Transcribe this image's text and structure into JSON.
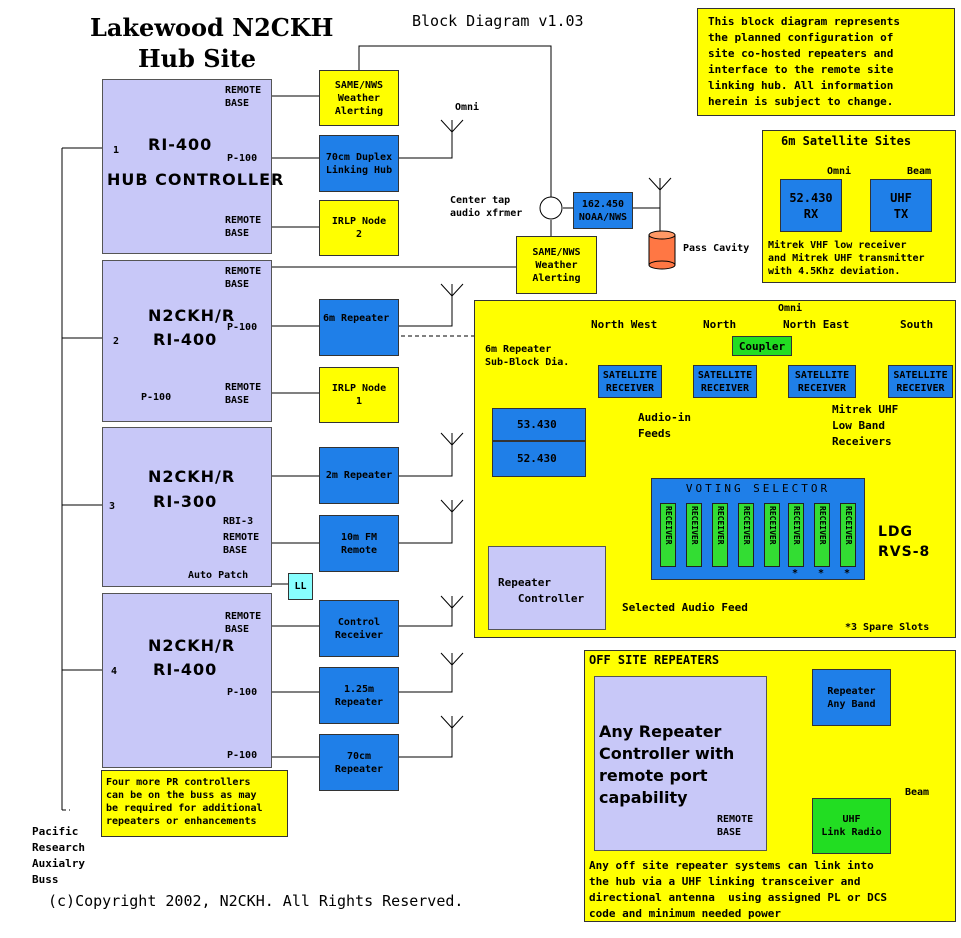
{
  "title_line1": "Lakewood N2CKH",
  "title_line2": "Hub Site",
  "subtitle": "Block Diagram v1.03",
  "notice": "This block diagram represents\nthe planned configuration of\nsite co-hosted repeaters and\ninterface to the remote site\nlinking hub. All information\nherein is subject to change.",
  "copyright": "(c)Copyright 2002, N2CKH. All Rights Reserved.",
  "bus_label": "Pacific\nResearch\nAuxialry\nBuss",
  "bus_note": "Four more PR controllers\ncan be on the buss as may\nbe required for additional\nrepeaters or enhancements",
  "controllers": [
    {
      "num": "1",
      "name": "RI-400",
      "name2": "HUB CONTROLLER",
      "ports": [
        "REMOTE\nBASE",
        "P-100",
        "REMOTE\nBASE"
      ]
    },
    {
      "num": "2",
      "name": "N2CKH/R",
      "name2": "RI-400",
      "ports": [
        "REMOTE\nBASE",
        "P-100",
        "P-100",
        "REMOTE\nBASE"
      ]
    },
    {
      "num": "3",
      "name": "N2CKH/R",
      "name2": "RI-300",
      "ports": [
        "RBI-3",
        "REMOTE\nBASE",
        "Auto Patch"
      ]
    },
    {
      "num": "4",
      "name": "N2CKH/R",
      "name2": "RI-400",
      "ports": [
        "REMOTE\nBASE",
        "P-100",
        "P-100"
      ]
    }
  ],
  "devices": {
    "same1": "SAME/NWS\nWeather\nAlerting",
    "duplex": "70cm Duplex\nLinking Hub",
    "irlp2": "IRLP Node\n2",
    "same2": "SAME/NWS\nWeather\nAlerting",
    "rep6m": "6m Repeater",
    "irlp1": "IRLP Node\n1",
    "rep2m": "2m Repeater",
    "fm10m": "10m FM\nRemote",
    "ll": "LL",
    "ctrlrx": "Control\nReceiver",
    "rep125": "1.25m\nRepeater",
    "rep70": "70cm\nRepeater",
    "noaa": "162.450\nNOAA/NWS"
  },
  "labels": {
    "omni": "Omni",
    "center_tap": "Center tap\naudio xfrmer",
    "pass_cavity": "Pass Cavity",
    "subblock": "6m Repeater\nSub-Block Dia."
  },
  "satellite": {
    "title": "6m Satellite Sites",
    "rx": "52.430\nRX",
    "tx": "UHF\nTX",
    "omni": "Omni",
    "beam": "Beam",
    "note": "Mitrek VHF low receiver\nand Mitrek UHF transmitter\nwith 4.5Khz deviation."
  },
  "sixm": {
    "omni": "Omni",
    "nw": "North West",
    "n": "North",
    "ne": "North East",
    "s": "South",
    "coupler": "Coupler",
    "sat_rx": "SATELLITE\nRECEIVER",
    "audio_in": "Audio-in\nFeeds",
    "mitrek": "Mitrek UHF\nLow Band\nReceivers",
    "freq_tx": "53.430",
    "freq_rx": "52.430",
    "voting": "VOTING SELECTOR",
    "slot_label": "RECEIVER",
    "ldg": "LDG\nRVS-8",
    "rep_ctrl": "Repeater\n   Controller",
    "selected": "Selected Audio Feed",
    "spare": "*3 Spare Slots"
  },
  "offsite": {
    "title": "OFF SITE REPEATERS",
    "controller": "Any Repeater\nController with\nremote port\ncapability",
    "remote_base": "REMOTE\nBASE",
    "rep_any": "Repeater\nAny Band",
    "uhf_link": "UHF\nLink Radio",
    "beam": "Beam",
    "note": "Any off site repeater systems can link into\nthe hub via a UHF linking transceiver and\ndirectional antenna  using assigned PL or DCS\ncode and minimum needed power"
  }
}
